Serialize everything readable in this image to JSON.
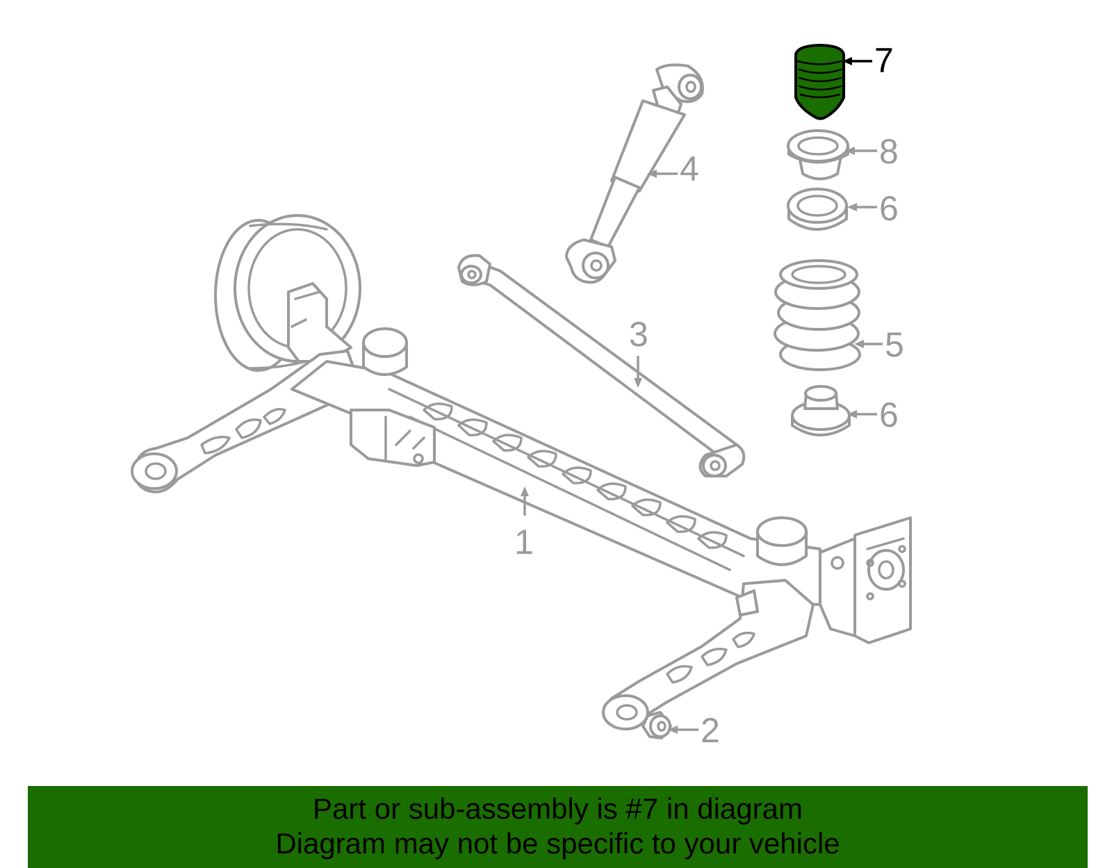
{
  "highlight_color": "#1a6e00",
  "callouts": {
    "c1": "1",
    "c2": "2",
    "c3": "3",
    "c4": "4",
    "c5": "5",
    "c6a": "6",
    "c6b": "6",
    "c7": "7",
    "c8": "8"
  },
  "highlighted_part": "7",
  "banner": {
    "line1": "Part or sub-assembly is #7 in diagram",
    "line2": "Diagram may not be specific to your vehicle"
  }
}
